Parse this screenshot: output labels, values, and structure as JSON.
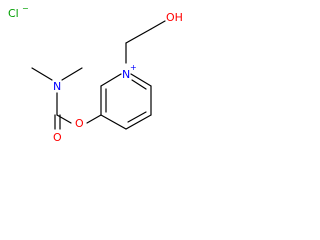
{
  "atoms": {
    "cl": "Cl",
    "cl_charge": "−",
    "n_ring": "N",
    "n_ring_charge": "+",
    "oh": "OH",
    "n_amine": "N",
    "o_carbonyl": "O",
    "o_ester": "O"
  },
  "colors": {
    "bond": "#000000",
    "nitrogen": "#0000ff",
    "oxygen": "#ff0000",
    "chlorine": "#00a000"
  }
}
